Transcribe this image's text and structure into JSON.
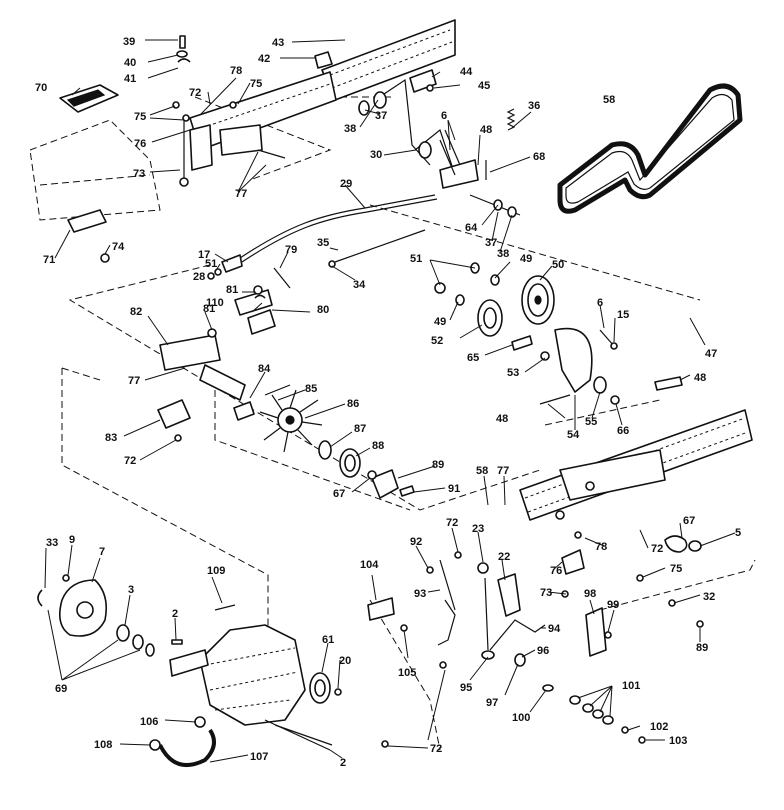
{
  "callouts": [
    {
      "text": "39"
    },
    {
      "text": "40"
    },
    {
      "text": "41"
    },
    {
      "text": "43"
    },
    {
      "text": "42"
    },
    {
      "text": "44"
    },
    {
      "text": "45"
    },
    {
      "text": "70"
    },
    {
      "text": "72"
    },
    {
      "text": "78"
    },
    {
      "text": "75"
    },
    {
      "text": "75"
    },
    {
      "text": "76"
    },
    {
      "text": "73"
    },
    {
      "text": "77"
    },
    {
      "text": "38"
    },
    {
      "text": "37"
    },
    {
      "text": "36"
    },
    {
      "text": "58"
    },
    {
      "text": "6"
    },
    {
      "text": "48"
    },
    {
      "text": "30"
    },
    {
      "text": "68"
    },
    {
      "text": "29"
    },
    {
      "text": "64"
    },
    {
      "text": "37"
    },
    {
      "text": "38"
    },
    {
      "text": "71"
    },
    {
      "text": "74"
    },
    {
      "text": "17"
    },
    {
      "text": "79"
    },
    {
      "text": "51"
    },
    {
      "text": "28"
    },
    {
      "text": "35"
    },
    {
      "text": "34"
    },
    {
      "text": "51"
    },
    {
      "text": "49"
    },
    {
      "text": "50"
    },
    {
      "text": "81"
    },
    {
      "text": "110"
    },
    {
      "text": "80"
    },
    {
      "text": "82"
    },
    {
      "text": "81"
    },
    {
      "text": "49"
    },
    {
      "text": "6"
    },
    {
      "text": "15"
    },
    {
      "text": "47"
    },
    {
      "text": "52"
    },
    {
      "text": "65"
    },
    {
      "text": "53"
    },
    {
      "text": "48"
    },
    {
      "text": "77"
    },
    {
      "text": "84"
    },
    {
      "text": "85"
    },
    {
      "text": "86"
    },
    {
      "text": "48"
    },
    {
      "text": "55"
    },
    {
      "text": "66"
    },
    {
      "text": "54"
    },
    {
      "text": "83"
    },
    {
      "text": "87"
    },
    {
      "text": "88"
    },
    {
      "text": "72"
    },
    {
      "text": "89"
    },
    {
      "text": "67"
    },
    {
      "text": "91"
    },
    {
      "text": "58"
    },
    {
      "text": "77"
    },
    {
      "text": "72"
    },
    {
      "text": "92"
    },
    {
      "text": "23"
    },
    {
      "text": "67"
    },
    {
      "text": "5"
    },
    {
      "text": "78"
    },
    {
      "text": "72"
    },
    {
      "text": "22"
    },
    {
      "text": "76"
    },
    {
      "text": "75"
    },
    {
      "text": "33"
    },
    {
      "text": "9"
    },
    {
      "text": "7"
    },
    {
      "text": "109"
    },
    {
      "text": "104"
    },
    {
      "text": "93"
    },
    {
      "text": "73"
    },
    {
      "text": "98"
    },
    {
      "text": "99"
    },
    {
      "text": "32"
    },
    {
      "text": "3"
    },
    {
      "text": "2"
    },
    {
      "text": "105"
    },
    {
      "text": "94"
    },
    {
      "text": "61"
    },
    {
      "text": "20"
    },
    {
      "text": "95"
    },
    {
      "text": "96"
    },
    {
      "text": "69"
    },
    {
      "text": "89"
    },
    {
      "text": "97"
    },
    {
      "text": "101"
    },
    {
      "text": "100"
    },
    {
      "text": "106"
    },
    {
      "text": "102"
    },
    {
      "text": "108"
    },
    {
      "text": "107"
    },
    {
      "text": "103"
    },
    {
      "text": "2"
    },
    {
      "text": "72"
    }
  ]
}
